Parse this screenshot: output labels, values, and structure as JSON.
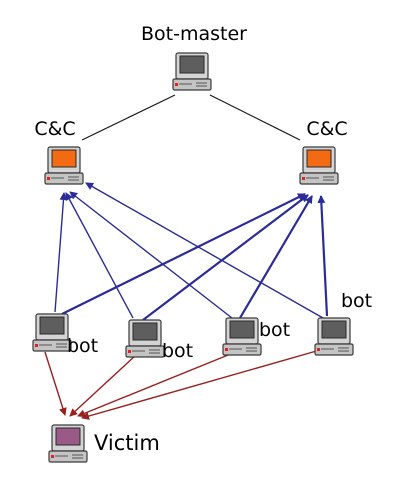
{
  "nodes": {
    "botmaster": {
      "label": "Bot-master"
    },
    "cc_left": {
      "label": "C&C"
    },
    "cc_right": {
      "label": "C&C"
    },
    "bots": [
      {
        "label": "bot"
      },
      {
        "label": "bot"
      },
      {
        "label": "bot"
      },
      {
        "label": "bot"
      }
    ],
    "victim": {
      "label": "Victim"
    }
  },
  "colors": {
    "control_line": "#1a1a1a",
    "command_arrow": "#2b2b9a",
    "attack_arrow": "#9a1f1f",
    "cc_screen": "#f26a12",
    "victim_screen": "#9a5a88",
    "computer_body": "#c9c9c9"
  },
  "edges": {
    "control": [
      [
        "botmaster",
        "cc_left"
      ],
      [
        "botmaster",
        "cc_right"
      ]
    ],
    "command": [
      [
        "bot1",
        "cc_left"
      ],
      [
        "bot1",
        "cc_right"
      ],
      [
        "bot2",
        "cc_left"
      ],
      [
        "bot2",
        "cc_right"
      ],
      [
        "bot3",
        "cc_left"
      ],
      [
        "bot3",
        "cc_right"
      ],
      [
        "bot4",
        "cc_left"
      ],
      [
        "bot4",
        "cc_right"
      ]
    ],
    "attack": [
      [
        "bot1",
        "victim"
      ],
      [
        "bot2",
        "victim"
      ],
      [
        "bot3",
        "victim"
      ],
      [
        "bot4",
        "victim"
      ]
    ]
  }
}
